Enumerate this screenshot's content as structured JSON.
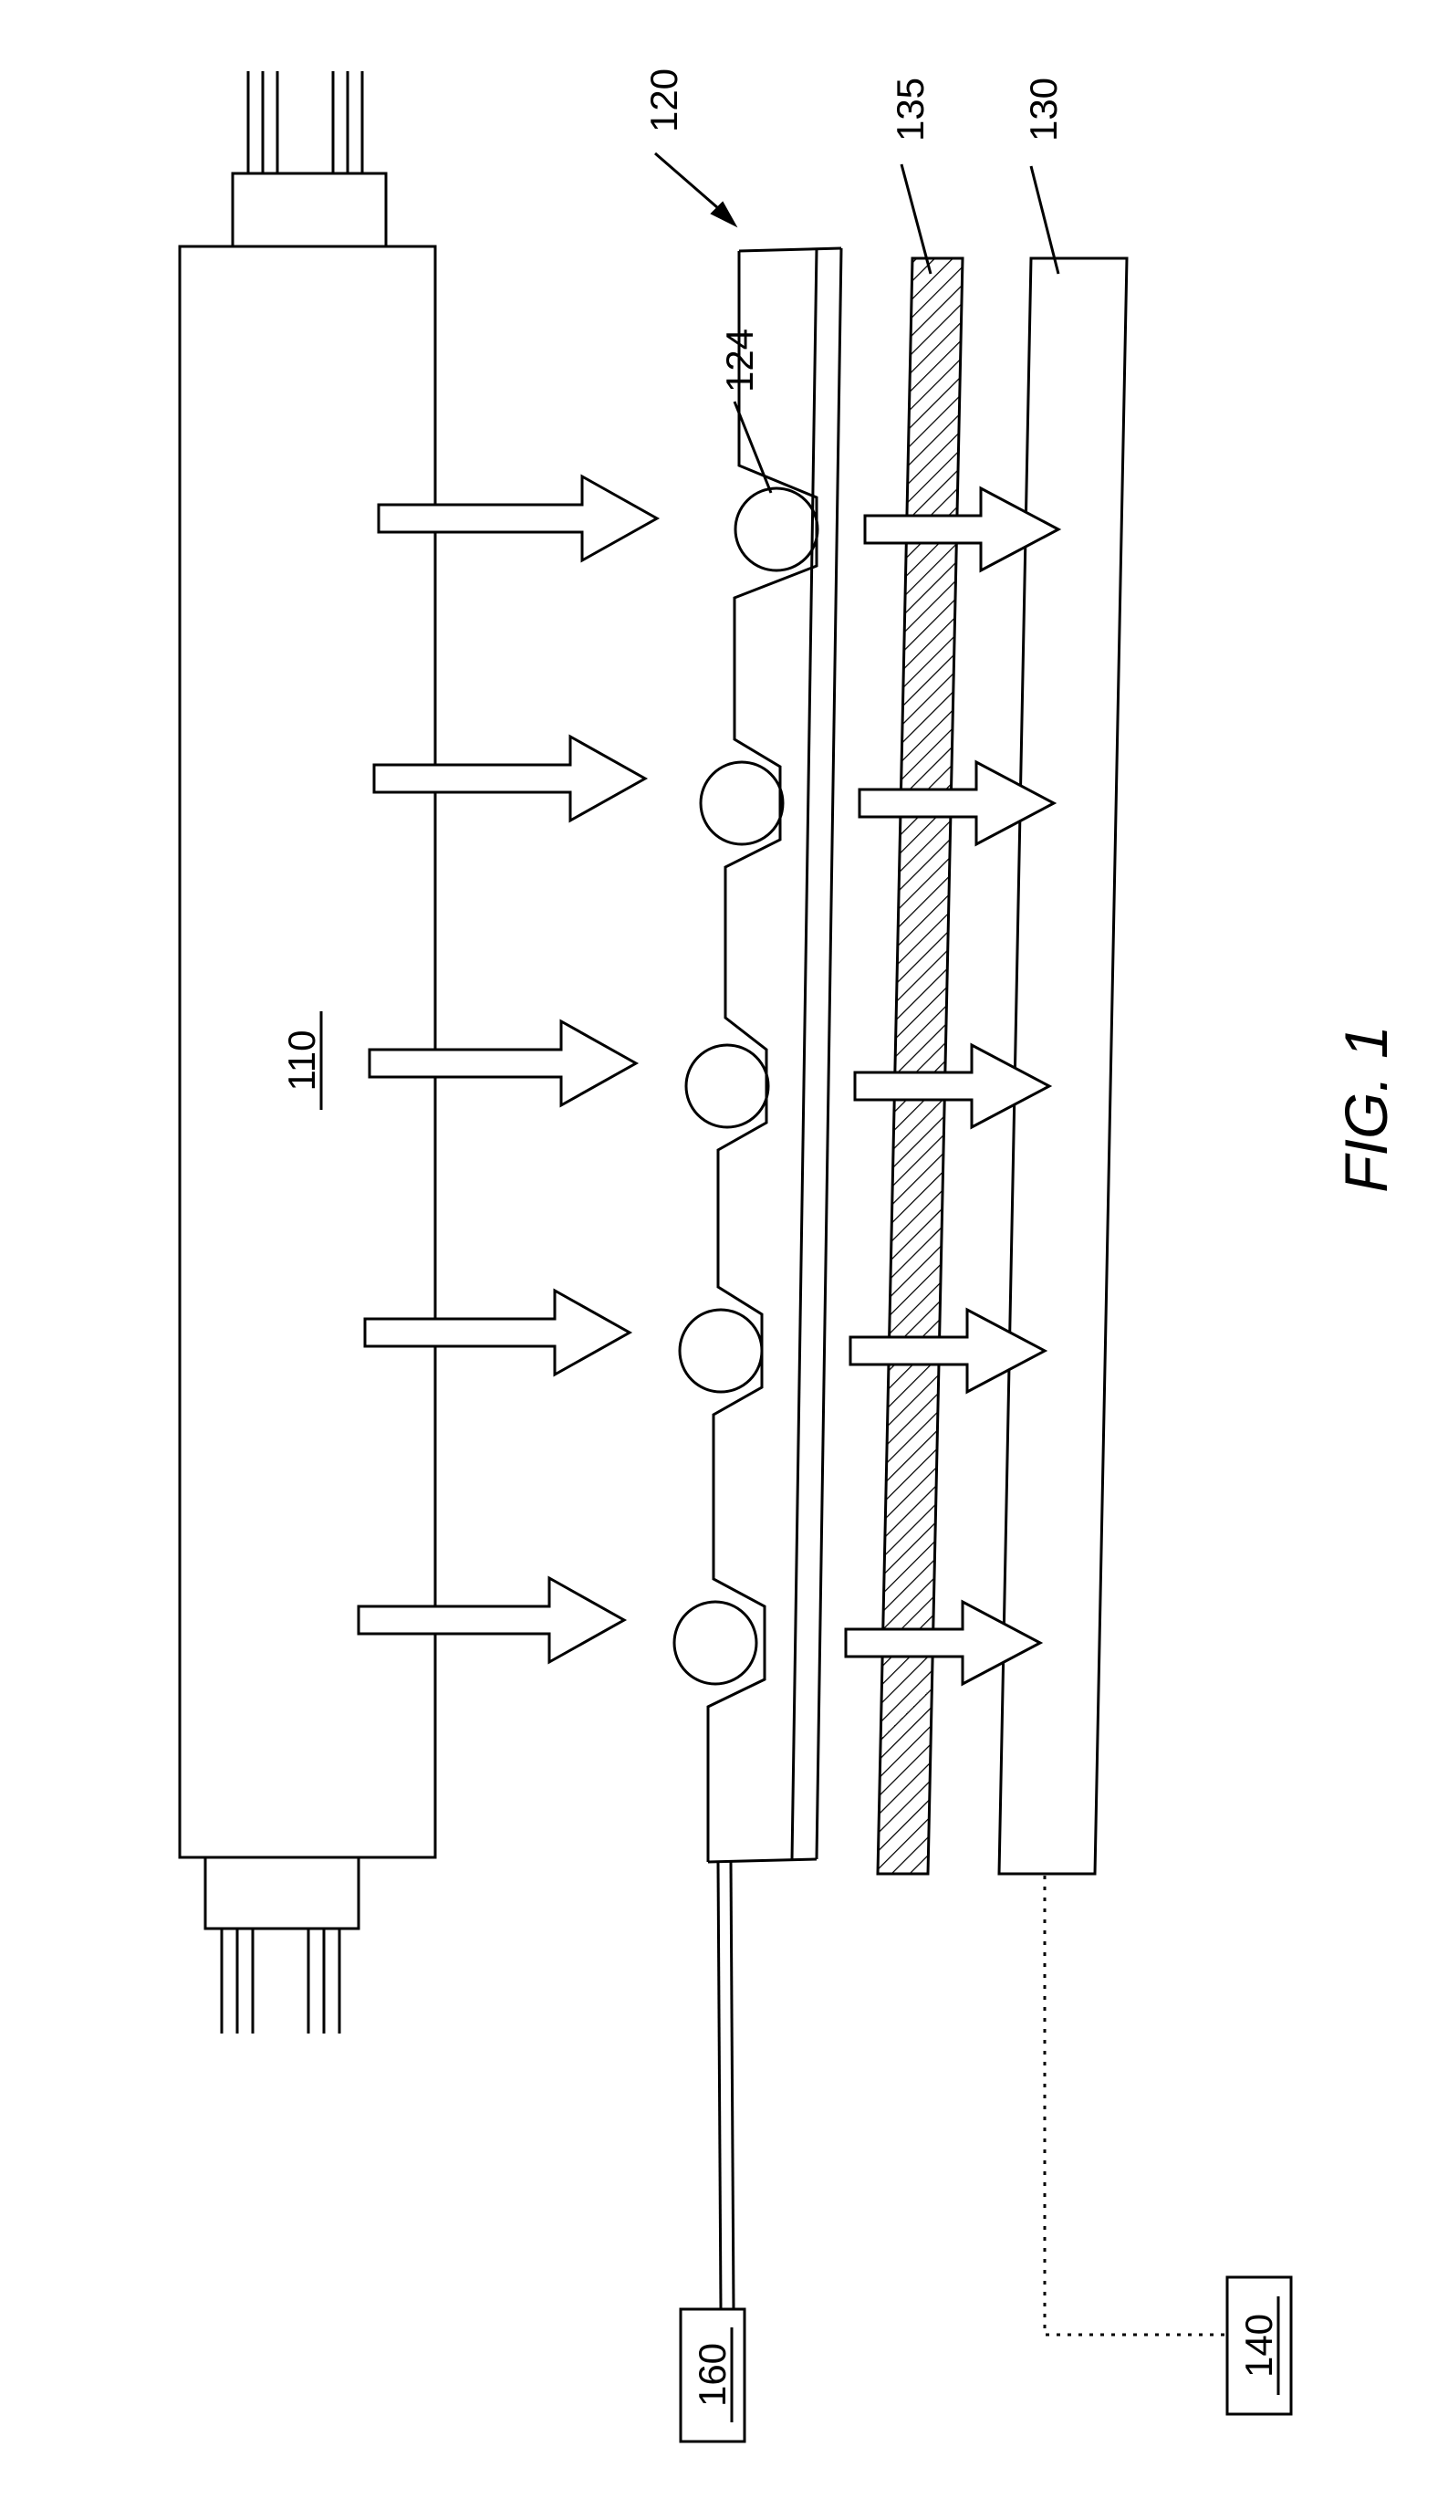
{
  "labels": {
    "source": "110",
    "mask": "120",
    "bead": "124",
    "layer": "135",
    "substrate": "130",
    "box_left": "160",
    "box_right": "140",
    "figure_title": "FIG. 1"
  }
}
